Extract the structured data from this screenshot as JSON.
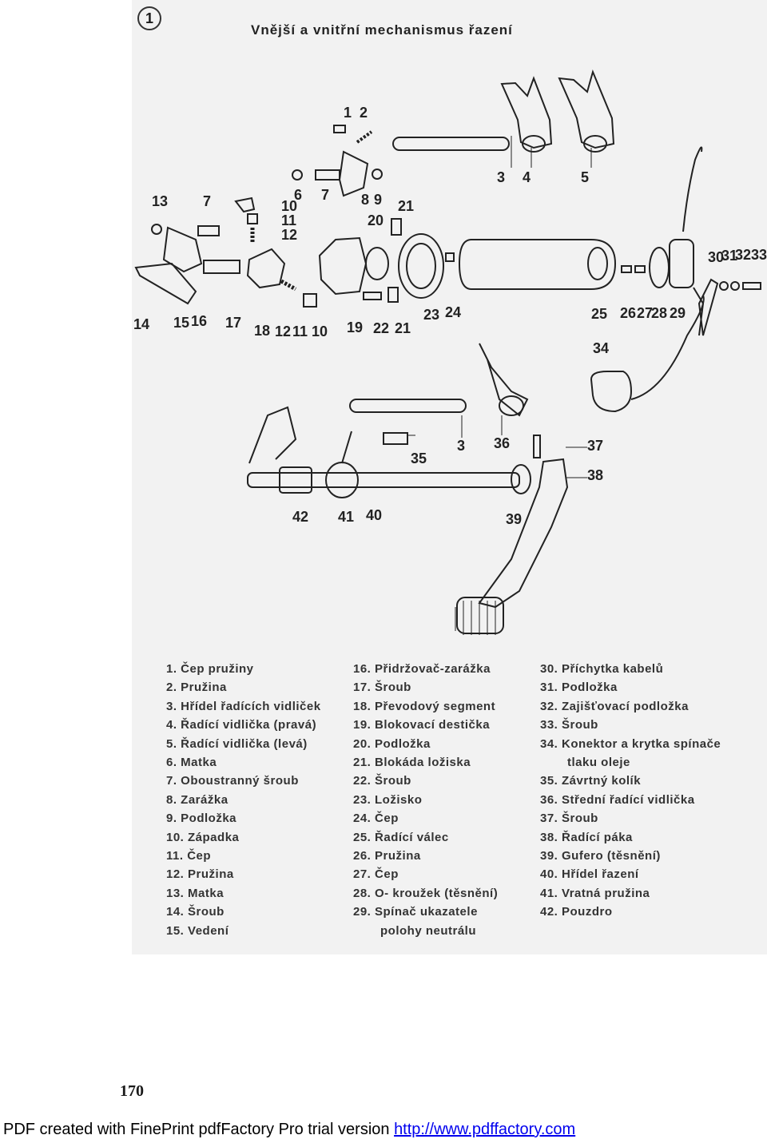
{
  "figure": {
    "number": "1",
    "title": "Vnější a vnitřní mechanismus řazení"
  },
  "callouts": [
    "1",
    "2",
    "3",
    "4",
    "5",
    "6",
    "7",
    "8",
    "9",
    "10",
    "11",
    "12",
    "13",
    "14",
    "15",
    "16",
    "17",
    "18",
    "19",
    "20",
    "21",
    "22",
    "23",
    "24",
    "25",
    "26",
    "27",
    "28",
    "29",
    "30",
    "31",
    "32",
    "33",
    "34",
    "35",
    "36",
    "37",
    "38",
    "39",
    "40",
    "41",
    "42"
  ],
  "legend": {
    "col1": [
      "1. Čep pružiny",
      "2. Pružina",
      "3. Hřídel řadících vidliček",
      "4. Řadící vidlička (pravá)",
      "5. Řadící vidlička (levá)",
      "6. Matka",
      "7. Oboustranný šroub",
      "8. Zarážka",
      "9. Podložka",
      "10. Západka",
      "11. Čep",
      "12. Pružina",
      "13. Matka",
      "14. Šroub",
      "15. Vedení"
    ],
    "col2": [
      "16. Přidržovač-zarážka",
      "17. Šroub",
      "18. Převodový segment",
      "19. Blokovací destička",
      "20. Podložka",
      "21. Blokáda ložiska",
      "22. Šroub",
      "23. Ložisko",
      "24. Čep",
      "25. Řadící válec",
      "26. Pružina",
      "27. Čep",
      "28. O- kroužek (těsnění)",
      "29. Spínač ukazatele",
      "polohy neutrálu"
    ],
    "col3": [
      "30. Příchytka kabelů",
      "31. Podložka",
      "32. Zajišťovací podložka",
      "33. Šroub",
      "34. Konektor a krytka spínače",
      "tlaku oleje",
      "35. Závrtný kolík",
      "36. Střední řadící vidlička",
      "37. Šroub",
      "38. Řadící páka",
      "39. Gufero (těsnění)",
      "40. Hřídel řazení",
      "41. Vratná pružina",
      "42. Pouzdro"
    ]
  },
  "page_number": "170",
  "footer": {
    "text": "PDF created with FinePrint pdfFactory Pro trial version ",
    "link": "http://www.pdffactory.com"
  }
}
